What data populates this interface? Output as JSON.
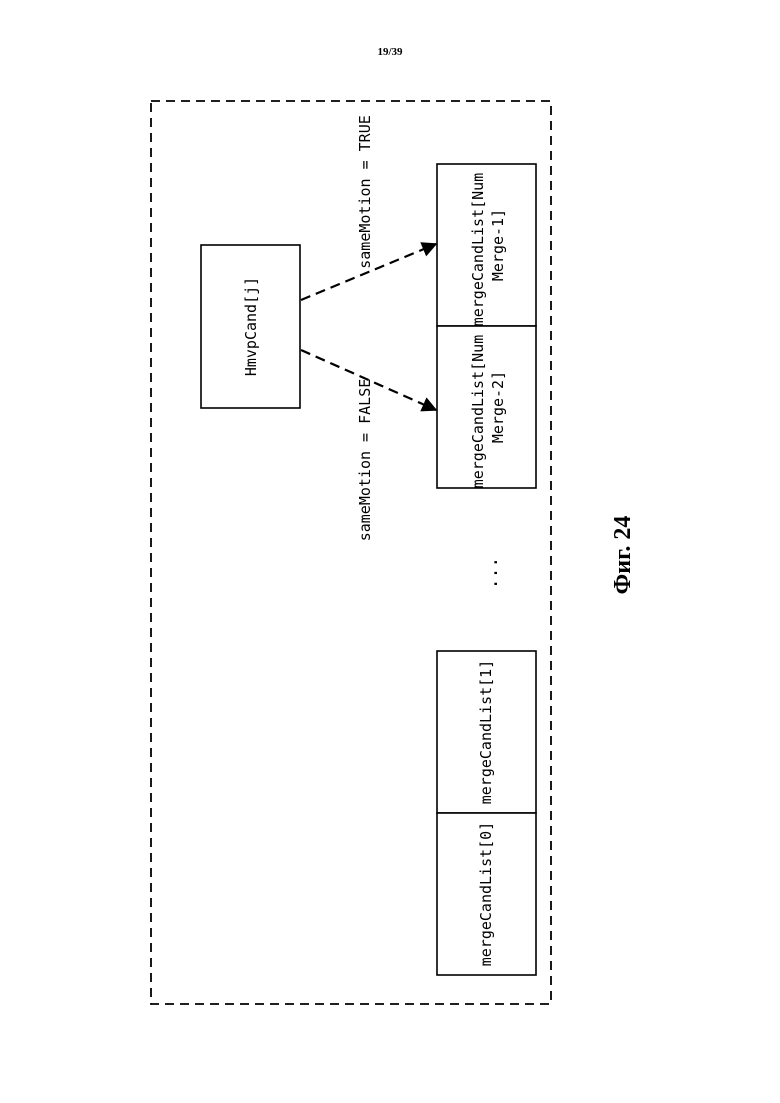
{
  "page": {
    "number": "19/39"
  },
  "diagram": {
    "source_node": "HmvpCand[j]",
    "condition_true": "sameMotion = TRUE",
    "condition_false": "sameMotion = FALSE",
    "list_entries": {
      "item_num_merge_1": [
        "mergeCandList[Num",
        "Merge-1]"
      ],
      "item_num_merge_2": [
        "mergeCandList[Num",
        "Merge-2]"
      ],
      "item_1": "mergeCandList[1]",
      "item_0": "mergeCandList[0]"
    },
    "ellipsis": "...",
    "caption": "Фиг. 24"
  }
}
